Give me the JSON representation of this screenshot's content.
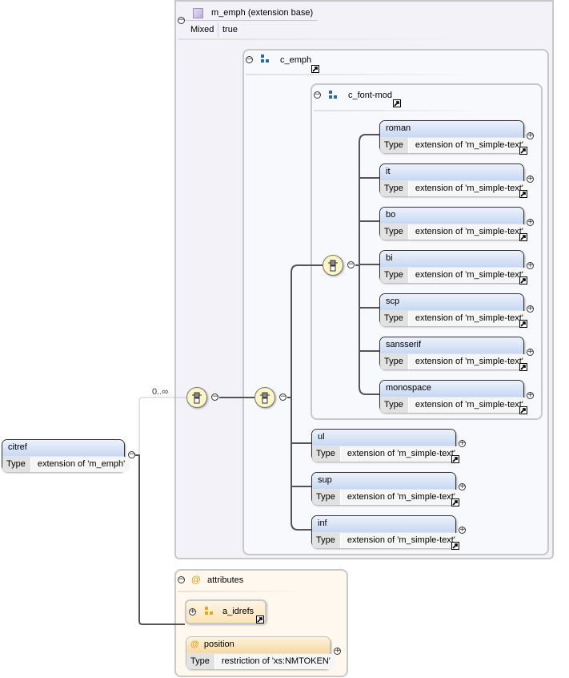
{
  "diagram": {
    "root": {
      "name": "citref",
      "type_key": "Type",
      "type_value": "extension of 'm_emph'"
    },
    "extension_base": {
      "title": "m_emph (extension base)",
      "mixed_key": "Mixed",
      "mixed_value": "true"
    },
    "cardinality": "0..∞",
    "groups": {
      "c_emph": {
        "name": "c_emph"
      },
      "c_font_mod": {
        "name": "c_font-mod"
      }
    },
    "font_mod_elements": [
      {
        "name": "roman",
        "type_key": "Type",
        "type_value": "extension of 'm_simple-text'"
      },
      {
        "name": "it",
        "type_key": "Type",
        "type_value": "extension of 'm_simple-text'"
      },
      {
        "name": "bo",
        "type_key": "Type",
        "type_value": "extension of 'm_simple-text'"
      },
      {
        "name": "bi",
        "type_key": "Type",
        "type_value": "extension of 'm_simple-text'"
      },
      {
        "name": "scp",
        "type_key": "Type",
        "type_value": "extension of 'm_simple-text'"
      },
      {
        "name": "sansserif",
        "type_key": "Type",
        "type_value": "extension of 'm_simple-text'"
      },
      {
        "name": "monospace",
        "type_key": "Type",
        "type_value": "extension of 'm_simple-text'"
      }
    ],
    "emph_elements": [
      {
        "name": "ul",
        "type_key": "Type",
        "type_value": "extension of 'm_simple-text'"
      },
      {
        "name": "sup",
        "type_key": "Type",
        "type_value": "extension of 'm_simple-text'"
      },
      {
        "name": "inf",
        "type_key": "Type",
        "type_value": "extension of 'm_simple-text'"
      }
    ],
    "attributes": {
      "title": "attributes",
      "attribute_group": "a_idrefs",
      "attribute": {
        "name": "position",
        "type_key": "Type",
        "type_value": "restriction of 'xs:NMTOKEN'"
      }
    },
    "icons": {
      "collapse": "−",
      "expand": "+",
      "at": "@"
    }
  }
}
